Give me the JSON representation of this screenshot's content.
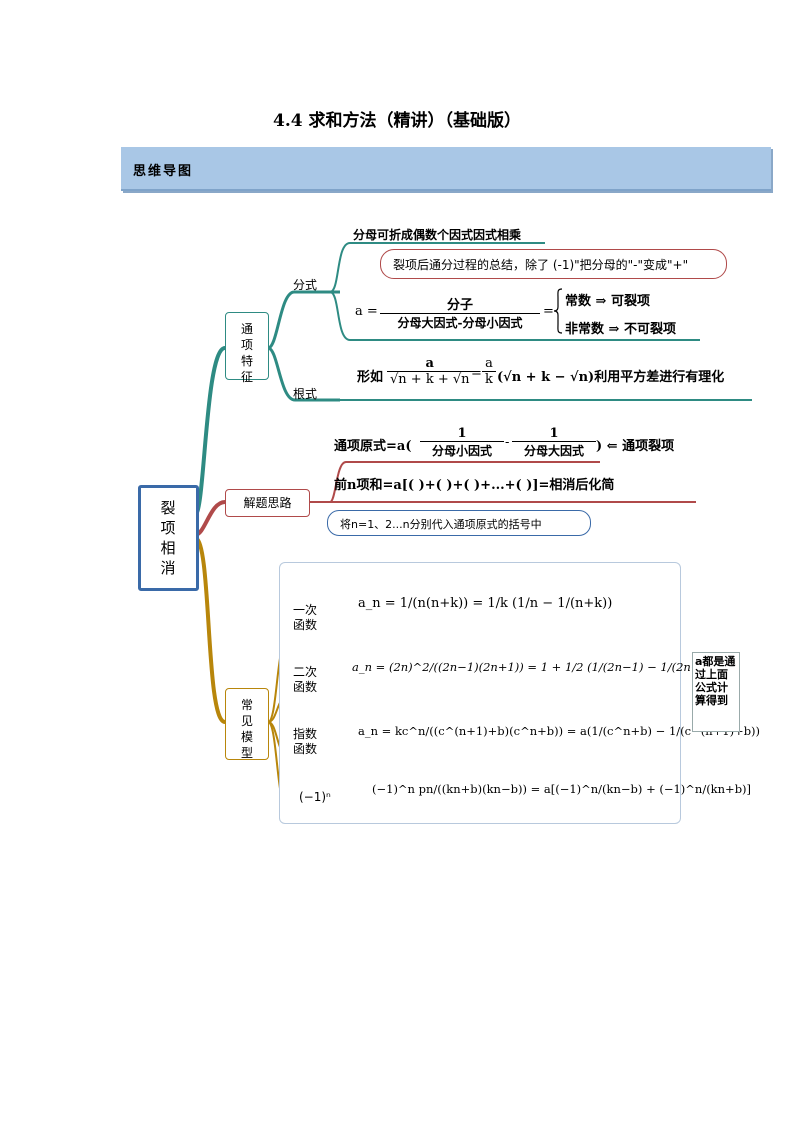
{
  "header": {
    "title": "4.4 求和方法（精讲）（基础版）",
    "banner": "思维导图"
  },
  "root": {
    "label": "裂项相消"
  },
  "branches": {
    "tongxiang": {
      "label": "通项特征",
      "fenshi": {
        "label": "分式",
        "line1": "分母可折成偶数个因式因式相乘",
        "callout": "裂项后通分过程的总结，除了 (-1)\"把分母的\"-\"变成\"+\"",
        "formula_lhs": "a =",
        "numerator": "分子",
        "denominator": "分母大因式-分母小因式",
        "eq": "=",
        "case1": "常数 ⇒ 可裂项",
        "case2": "非常数 ⇒ 不可裂项"
      },
      "genshi": {
        "label": "根式",
        "prefix": "形如",
        "num": "a",
        "den": "√n + k + √n",
        "eq": "=",
        "coef_num": "a",
        "coef_den": "k",
        "tail": "(√n + k − √n)利用平方差进行有理化"
      }
    },
    "jieti": {
      "label": "解题思路",
      "line1_prefix": "通项原式=a(",
      "line1_f1_num": "1",
      "line1_f1_den": "分母小因式",
      "line1_minus": "-",
      "line1_f2_num": "1",
      "line1_f2_den": "分母大因式",
      "line1_suffix": ") ⇐ 通项裂项",
      "line2": "前n项和=a[(   )+(   )+(   )+...+(   )]=相消后化简",
      "callout": "将n=1、2...n分别代入通项原式的括号中"
    },
    "changjian": {
      "label": "常见模型",
      "models": [
        {
          "label1": "一次",
          "label2": "函数",
          "formula": "a_n = 1/(n(n+k)) = 1/k (1/n − 1/(n+k))"
        },
        {
          "label1": "二次",
          "label2": "函数",
          "formula": "a_n = (2n)^2/((2n−1)(2n+1)) = 1 + 1/2 (1/(2n−1) − 1/(2n+1))"
        },
        {
          "label1": "指数",
          "label2": "函数",
          "formula": "a_n = kc^n/((c^(n+1)+b)(c^n+b)) = a(1/(c^n+b) − 1/(c^(n+1)+b))"
        },
        {
          "label1": "(−1)ⁿ",
          "label2": "",
          "formula": "(−1)^n pn/((kn+b)(kn−b)) = a[(−1)^n/(kn−b) + (−1)^n/(kn+b)]"
        }
      ],
      "note": "a都是通过上面公式计算得到"
    }
  },
  "colors": {
    "teal": "#2e8b83",
    "red": "#b04a4a",
    "gold": "#b8860b",
    "blue": "#3a6aa8",
    "banner": "#a9c7e6"
  }
}
